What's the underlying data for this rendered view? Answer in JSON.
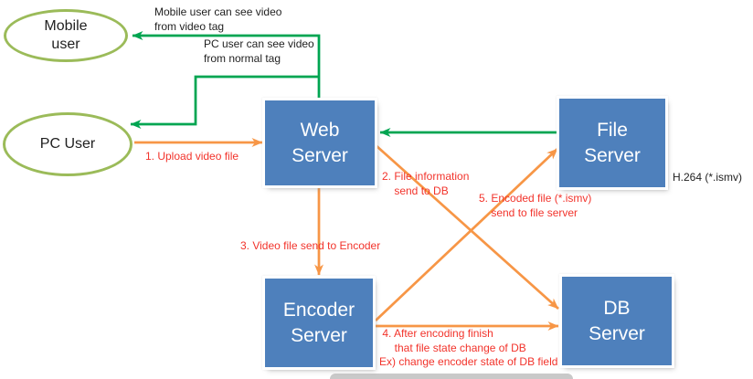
{
  "diagram": {
    "title_hint": "Video upload and encoding flow",
    "nodes": {
      "mobile_user": {
        "label": "Mobile\nuser"
      },
      "pc_user": {
        "label": "PC User"
      },
      "web_server": {
        "label": "Web\nServer"
      },
      "file_server": {
        "label": "File\nServer"
      },
      "encoder_server": {
        "label": "Encoder\nServer"
      },
      "db_server": {
        "label": "DB\nServer"
      }
    },
    "annotations": {
      "mobile_video_tag": "Mobile user can see video\nfrom video tag",
      "pc_normal_tag": "PC user can see video\nfrom normal tag",
      "step1": "1. Upload video file",
      "step2": "2. File information\n    send to DB",
      "step3": "3. Video file send to Encoder",
      "step4": " 4. After encoding finish\n     that file state change of DB\nEx) change encoder state of DB field",
      "step5": "5. Encoded file (*.ismv)\n    send to file server",
      "codec_note": "H.264 (*.ismv)"
    },
    "edges": [
      {
        "from": "web_server",
        "to": "mobile_user",
        "color": "green",
        "note": "mobile_video_tag"
      },
      {
        "from": "web_server",
        "to": "pc_user",
        "color": "green",
        "note": "pc_normal_tag"
      },
      {
        "from": "file_server",
        "to": "web_server",
        "color": "green",
        "note": ""
      },
      {
        "from": "pc_user",
        "to": "web_server",
        "color": "orange",
        "note": "step1"
      },
      {
        "from": "web_server",
        "to": "db_server",
        "color": "orange",
        "note": "step2"
      },
      {
        "from": "web_server",
        "to": "encoder_server",
        "color": "orange",
        "note": "step3"
      },
      {
        "from": "encoder_server",
        "to": "db_server",
        "color": "orange",
        "note": "step4"
      },
      {
        "from": "encoder_server",
        "to": "file_server",
        "color": "orange",
        "note": "step5"
      }
    ],
    "colors": {
      "node_fill": "#4e80bc",
      "node_text": "#ffffff",
      "ellipse_stroke": "#9bbb59",
      "arrow_green": "#00a551",
      "arrow_orange": "#f79646",
      "label_red": "#f2332b",
      "label_black": "#1f1f1f"
    }
  }
}
